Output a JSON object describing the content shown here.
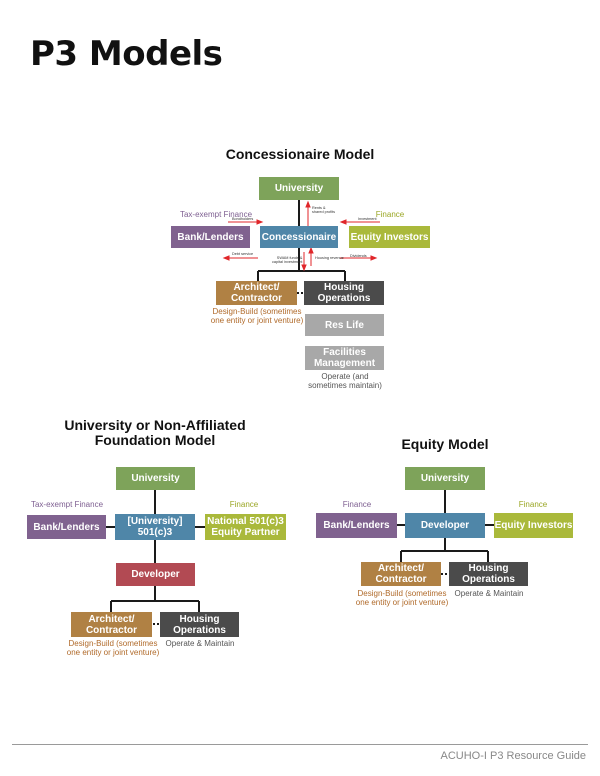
{
  "page": {
    "title": "P3 Models",
    "footer": "ACUHO-I P3 Resource Guide"
  },
  "concessionaire": {
    "title": "Concessionaire Model",
    "boxes": {
      "university": "University",
      "concessionaire": "Concessionaire",
      "bank": "Bank/Lenders",
      "equity": "Equity Investors",
      "architect": "Architect/\nContractor",
      "housing": "Housing\nOperations",
      "res_life": "Res Life",
      "facilities": "Facilities\nManagement"
    },
    "labels": {
      "tax_exempt": "Tax-exempt Finance",
      "finance": "Finance",
      "design_build": "Design-Build (sometimes\none entity or joint venture)",
      "operate": "Operate (and\nsometimes maintain)"
    },
    "flow_notes": {
      "bondholders": "Bondholders",
      "rents": "Rents &\nshared profits",
      "investment": "Investment",
      "debt_service": "Debt service",
      "swap": "SWAM funds &\ncapital investment",
      "housing_revenue": "Housing revenue",
      "dividends": "Dividends"
    }
  },
  "foundation": {
    "title": "University or Non-Affiliated\nFoundation Model",
    "boxes": {
      "university": "University",
      "center": "[University]\n501(c)3",
      "bank": "Bank/Lenders",
      "national": "National 501(c)3\nEquity Partner",
      "developer": "Developer",
      "architect": "Architect/\nContractor",
      "housing": "Housing\nOperations"
    },
    "labels": {
      "tax_exempt": "Tax-exempt Finance",
      "finance": "Finance",
      "design_build": "Design-Build (sometimes\none entity or joint venture)",
      "operate": "Operate & Maintain"
    }
  },
  "equity_model": {
    "title": "Equity Model",
    "boxes": {
      "university": "University",
      "developer": "Developer",
      "bank": "Bank/Lenders",
      "equity": "Equity Investors",
      "architect": "Architect/\nContractor",
      "housing": "Housing\nOperations"
    },
    "labels": {
      "finance_left": "Finance",
      "finance_right": "Finance",
      "design_build": "Design-Build (sometimes\none entity or joint venture)",
      "operate": "Operate & Maintain"
    }
  },
  "colors": {
    "university": "#7ea35a",
    "center": "#4f86a8",
    "bank": "#80628f",
    "equity": "#aab93b",
    "architect": "#b08144",
    "housing": "#4b4b4b",
    "support": "#a8a8a8",
    "developer_foundation": "#b24a53",
    "flow_arrow": "#e0262a"
  }
}
